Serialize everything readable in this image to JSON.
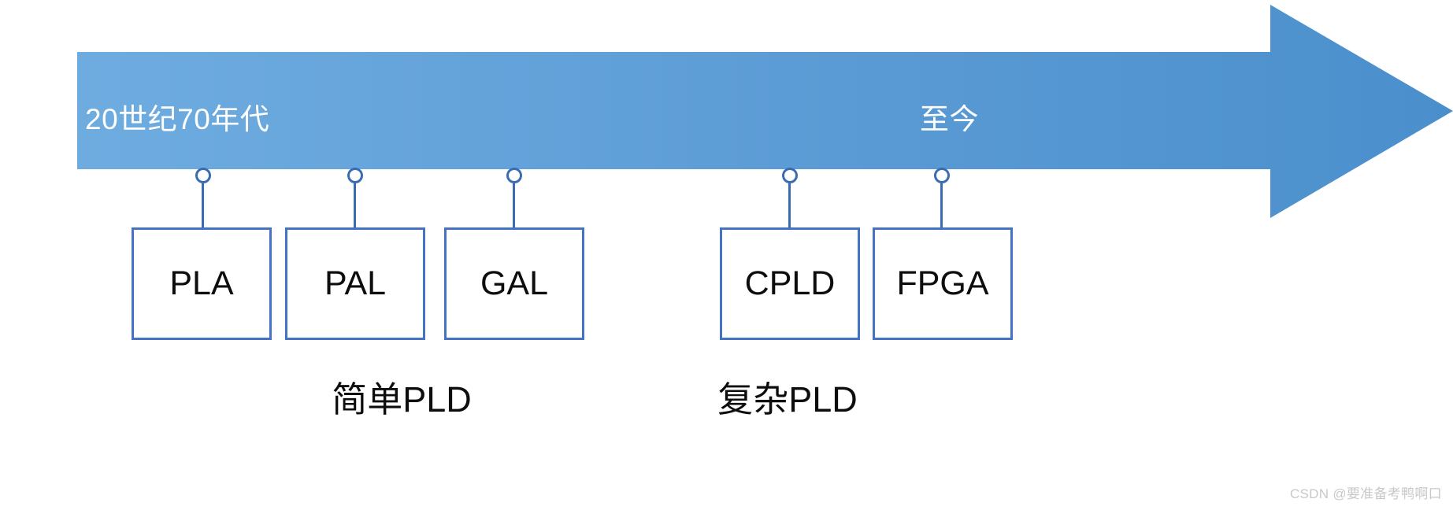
{
  "diagram": {
    "title_alt": "PLD development timeline",
    "colors": {
      "arrow_fill_light": "#6AA9DE",
      "arrow_fill_dark": "#4E93CE",
      "box_border": "#4472C4",
      "marker_stroke": "#3A6BB5",
      "label_text": "#0d0d0d",
      "era_text": "#ffffff",
      "watermark_text": "#c8c8c8"
    },
    "timeline": {
      "start_label": "20世纪70年代",
      "end_label": "至今",
      "arrow_icon": "right-arrow-shape"
    },
    "nodes": [
      {
        "label": "PLA",
        "marker": "timeline-marker-circle"
      },
      {
        "label": "PAL",
        "marker": "timeline-marker-circle"
      },
      {
        "label": "GAL",
        "marker": "timeline-marker-circle"
      },
      {
        "label": "CPLD",
        "marker": "timeline-marker-circle"
      },
      {
        "label": "FPGA",
        "marker": "timeline-marker-circle"
      }
    ],
    "groups": [
      {
        "caption": "简单PLD"
      },
      {
        "caption": "复杂PLD"
      }
    ],
    "watermark": "CSDN @要准备考鸭啊口"
  }
}
